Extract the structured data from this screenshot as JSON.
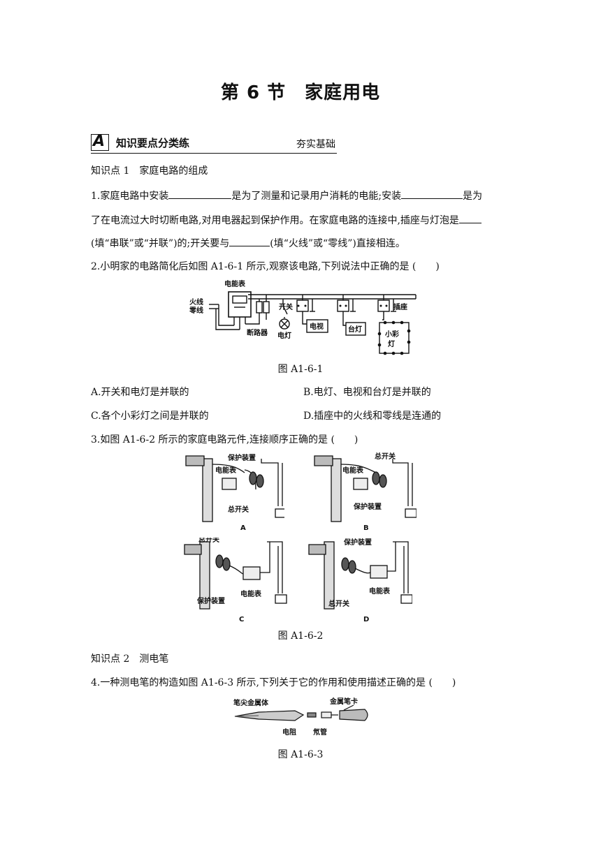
{
  "title": "第 6 节　家庭用电",
  "banner": {
    "letter": "A",
    "left": "知识要点分类练",
    "right": "夯实基础"
  },
  "kp1": "知识点 1　家庭电路的组成",
  "q1": {
    "a": "1.家庭电路中安装",
    "b": "是为了测量和记录用户消耗的电能;安装",
    "c": "是为",
    "d": "了在电流过大时切断电路,对用电器起到保护作用。在家庭电路的连接中,插座与灯泡是",
    "e": "(填“串联”或“并联”)的;开关要与",
    "f": "(填“火线”或“零线”)直接相连。"
  },
  "q2": "2.小明家的电路简化后如图 A1-6-1 所示,观察该电路,下列说法中正确的是 (　　)",
  "fig1": {
    "caption": "图 A1-6-1",
    "labels": {
      "live": "火线",
      "neutral": "零线",
      "meter": "电能表",
      "breaker": "断路器",
      "switch": "开关",
      "lamp": "电灯",
      "tv": "电视",
      "desk": "台灯",
      "socket": "插座",
      "small1": "小彩",
      "small2": "灯"
    }
  },
  "q2opts": {
    "A": "A.开关和电灯是并联的",
    "B": "B.电灯、电视和台灯是并联的",
    "C": "C.各个小彩灯之间是并联的",
    "D": "D.插座中的火线和零线是连通的"
  },
  "q3": "3.如图 A1-6-2 所示的家庭电路元件,连接顺序正确的是 (　　)",
  "fig2": {
    "caption": "图 A1-6-2",
    "labels": {
      "protect": "保护装置",
      "meter": "电能表",
      "main": "总开关"
    },
    "letters": [
      "A",
      "B",
      "C",
      "D"
    ]
  },
  "kp2": "知识点 2　测电笔",
  "q4": "4.一种测电笔的构造如图 A1-6-3 所示,下列关于它的作用和使用描述正确的是 (　　)",
  "fig3": {
    "caption": "图 A1-6-3",
    "labels": {
      "tip": "笔尖金属体",
      "clip": "金属笔卡",
      "resistor": "电阻",
      "neon": "氖管"
    }
  }
}
